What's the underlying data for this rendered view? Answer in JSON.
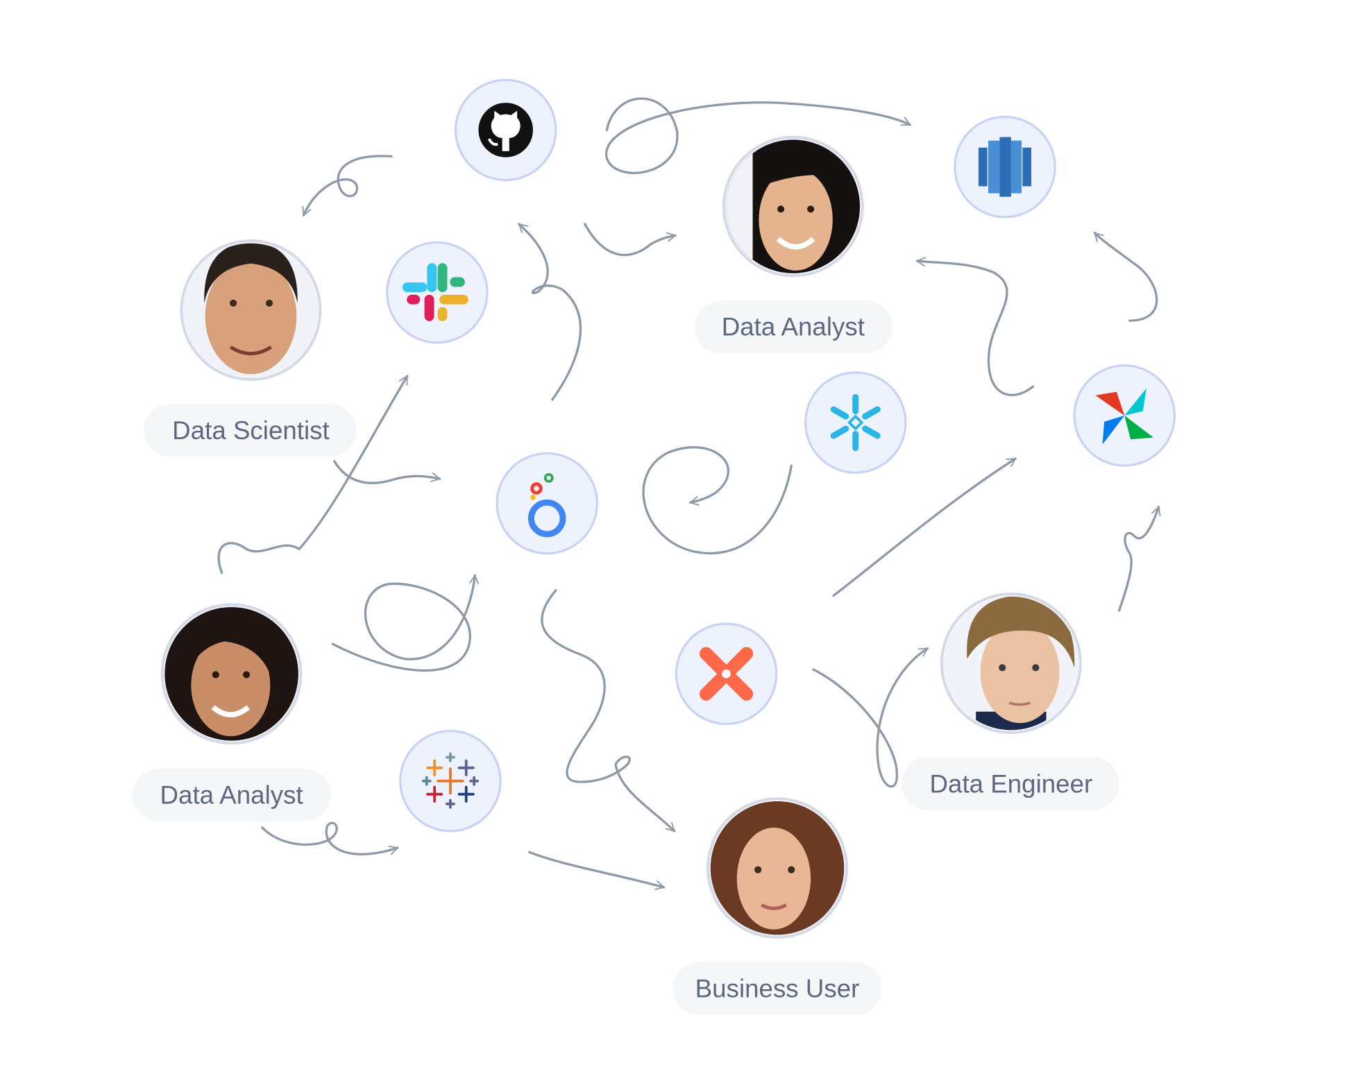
{
  "people": [
    {
      "label": "Data Scientist",
      "skin": "#d9a07c",
      "hair": "#2a211c"
    },
    {
      "label": "Data Analyst",
      "skin": "#e6b38f",
      "hair": "#151111"
    },
    {
      "label": "Data Analyst",
      "skin": "#c98e68",
      "hair": "#1e1512"
    },
    {
      "label": "Data Engineer",
      "skin": "#ecc2a4",
      "hair": "#8a6a3e"
    },
    {
      "label": "Business User",
      "skin": "#eab796",
      "hair": "#6a3a22"
    }
  ],
  "tools": [
    {
      "icon": "github-icon"
    },
    {
      "icon": "redshift-icon"
    },
    {
      "icon": "slack-icon"
    },
    {
      "icon": "snowflake-icon"
    },
    {
      "icon": "airflow-icon"
    },
    {
      "icon": "looker-icon"
    },
    {
      "icon": "dbt-icon"
    },
    {
      "icon": "tableau-icon"
    }
  ],
  "colors": {
    "arrow": "#8e99a8",
    "label": "#5d6880",
    "pill": "#f5f6f8",
    "tool_bg": "#eef2fc",
    "tool_border": "#c8d2f4"
  }
}
